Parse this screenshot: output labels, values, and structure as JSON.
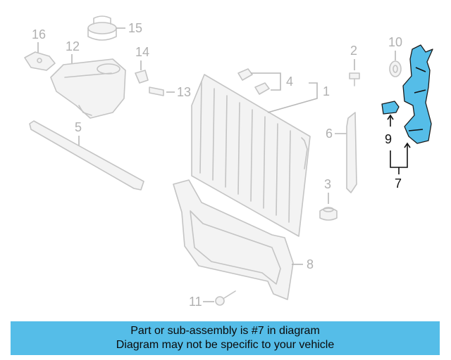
{
  "diagram": {
    "callouts": {
      "c1": "1",
      "c2": "2",
      "c3": "3",
      "c4": "4",
      "c5": "5",
      "c6": "6",
      "c7": "7",
      "c8": "8",
      "c9": "9",
      "c10": "10",
      "c11": "11",
      "c12": "12",
      "c13": "13",
      "c14": "14",
      "c15": "15",
      "c16": "16"
    },
    "highlighted_part": "7",
    "colors": {
      "highlight": "#55bde8",
      "linework": "#c4c4c4",
      "banner": "#55bde8"
    }
  },
  "banner": {
    "line1": "Part or sub-assembly is #7 in diagram",
    "line2": "Diagram may not be specific to your vehicle"
  }
}
